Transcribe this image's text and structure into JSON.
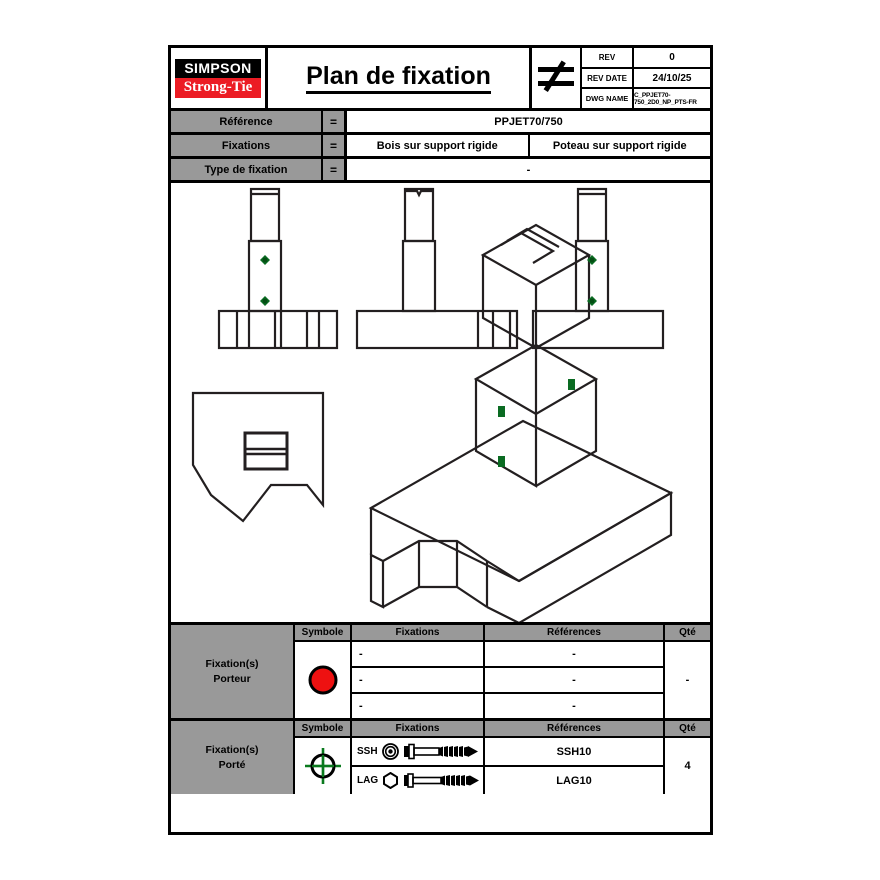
{
  "titleblock": {
    "logo_line1": "SIMPSON",
    "logo_line2": "Strong-Tie",
    "title": "Plan de fixation",
    "projection_symbol": "third-angle-projection",
    "rev_label": "REV",
    "rev_value": "0",
    "rev_date_label": "REV DATE",
    "rev_date_value": "24/10/25",
    "dwg_name_label": "DWG NAME",
    "dwg_name_value": "C_PPJET70-750_2D0_NP_PTS-FR"
  },
  "spec": {
    "eq": "=",
    "rows": [
      {
        "label": "Référence",
        "values": [
          "PPJET70/750"
        ]
      },
      {
        "label": "Fixations",
        "values": [
          "Bois sur support rigide",
          "Poteau sur support rigide"
        ]
      },
      {
        "label": "Type de fixation",
        "values": [
          "-"
        ]
      }
    ]
  },
  "fastener_tables": [
    {
      "name": "Fixation(s)\nPorteur",
      "name_line1": "Fixation(s)",
      "name_line2": "Porteur",
      "headers": {
        "symbole": "Symbole",
        "fixations": "Fixations",
        "references": "Références",
        "qte": "Qté"
      },
      "symbol": "red-filled-circle",
      "symbol_color": "#ee1111",
      "rows": [
        {
          "fixation": "-",
          "reference": "-"
        },
        {
          "fixation": "-",
          "reference": "-"
        },
        {
          "fixation": "-",
          "reference": "-"
        }
      ],
      "qte": "-"
    },
    {
      "name_line1": "Fixation(s)",
      "name_line2": "Porté",
      "headers": {
        "symbole": "Symbole",
        "fixations": "Fixations",
        "references": "Références",
        "qte": "Qté"
      },
      "symbol": "green-crosshair-circle",
      "symbol_color": "#0a7a1e",
      "rows": [
        {
          "code": "SSH",
          "icon": "washer-head-screw-icon",
          "reference": "SSH10"
        },
        {
          "code": "LAG",
          "icon": "lag-screw-icon",
          "reference": "LAG10"
        }
      ],
      "qte": "4"
    }
  ],
  "drawing": {
    "marker_color": "#0a6b22",
    "line_color": "#231f20",
    "views": [
      {
        "name": "front-elevation-view",
        "fastener_markers": 2
      },
      {
        "name": "side-elevation-view",
        "fastener_markers": 0
      },
      {
        "name": "rear-elevation-view",
        "fastener_markers": 2
      },
      {
        "name": "profile-section-view",
        "fastener_markers": 0
      },
      {
        "name": "isometric-3d-view",
        "fastener_markers": 3
      }
    ]
  }
}
